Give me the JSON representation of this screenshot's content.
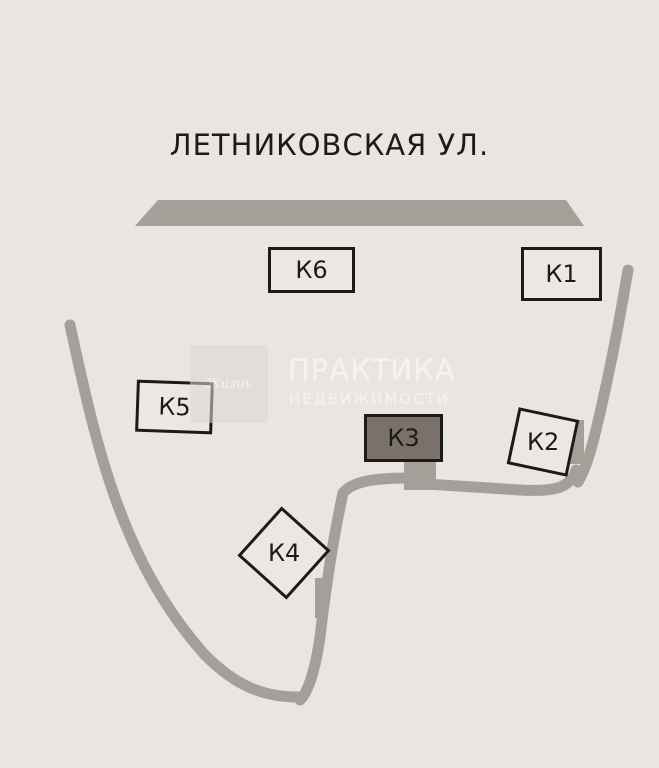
{
  "street_label": "ЛЕТНИКОВСКАЯ УЛ.",
  "buildings": [
    {
      "id": "k1",
      "label": "К1",
      "highlighted": false
    },
    {
      "id": "k2",
      "label": "К2",
      "highlighted": false
    },
    {
      "id": "k3",
      "label": "К3",
      "highlighted": true
    },
    {
      "id": "k4",
      "label": "К4",
      "highlighted": false
    },
    {
      "id": "k5",
      "label": "К5",
      "highlighted": false
    },
    {
      "id": "k6",
      "label": "К6",
      "highlighted": false
    }
  ],
  "watermark": {
    "name": "ПРАКТИКА",
    "subtitle": "НЕДВИЖИМОСТИ",
    "logo_text": "Жизнь"
  },
  "colors": {
    "background": "#e9e6e2",
    "boundary": "#a59f99",
    "highlighted_building": "#7a726a",
    "building_outline": "#1d1b1a"
  }
}
